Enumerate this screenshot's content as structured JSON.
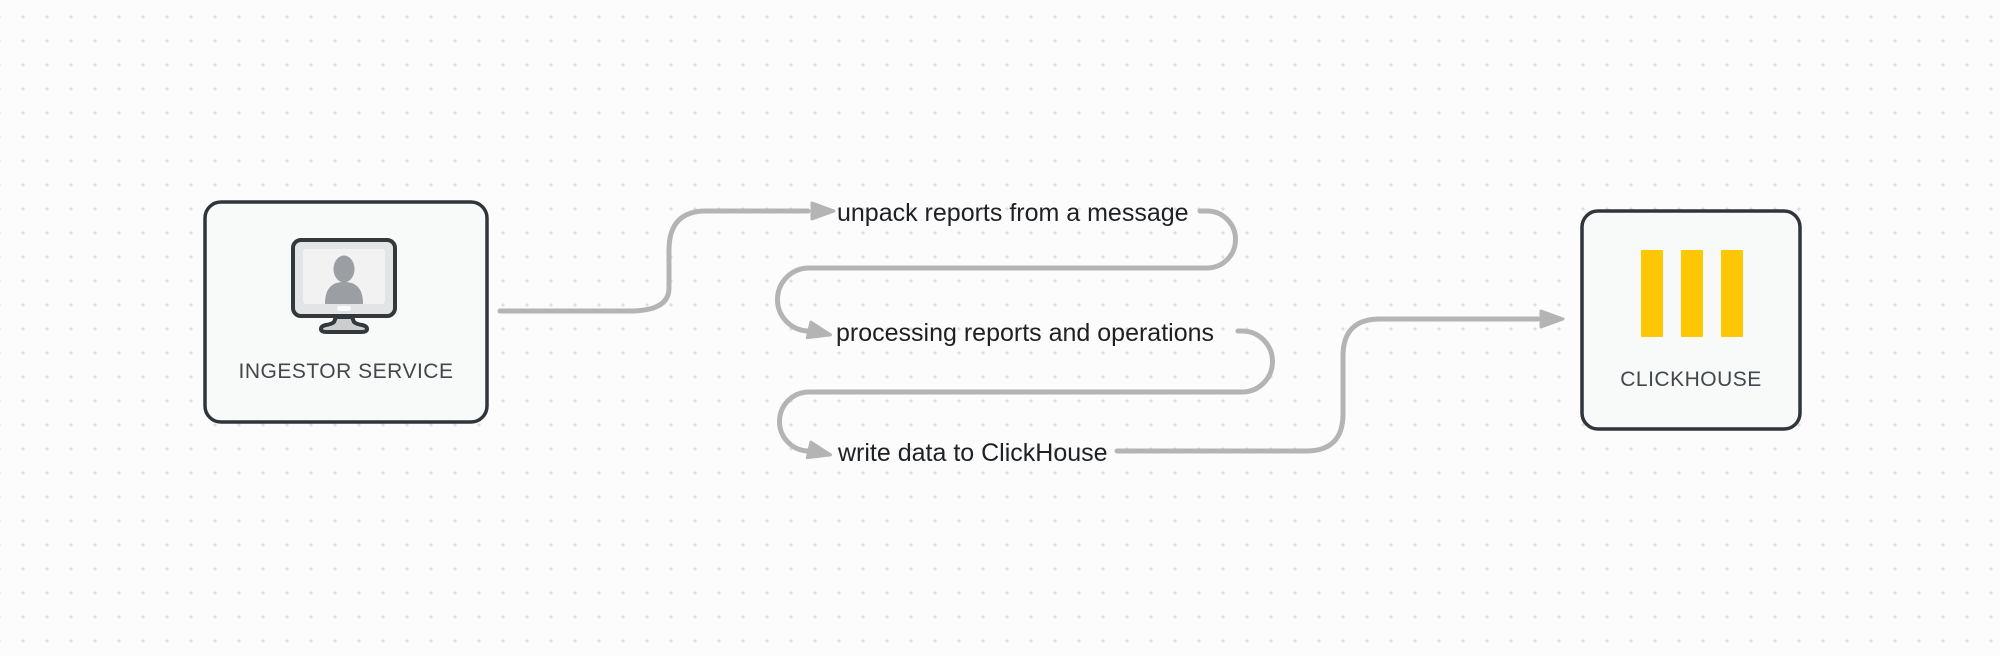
{
  "canvas": {
    "background_color": "#fcfcfc",
    "dot_color": "#dedede"
  },
  "nodes": {
    "ingestor": {
      "label": "INGESTOR SERVICE",
      "icon": "monitor-user-icon"
    },
    "clickhouse": {
      "label": "CLICKHOUSE",
      "icon": "clickhouse-bars-icon"
    }
  },
  "steps": [
    {
      "label": "unpack reports from a message"
    },
    {
      "label": "processing reports and operations"
    },
    {
      "label": "write data to ClickHouse"
    }
  ],
  "colors": {
    "node_border": "#2f353a",
    "node_fill": "#f8f9f9",
    "node_label_text": "#42474c",
    "step_label_text": "#1d2024",
    "connector": "#b4b4b4",
    "clickhouse_yellow": "#fdc705",
    "icon_outline": "#33383d",
    "icon_silhouette": "#9b9ea2"
  }
}
